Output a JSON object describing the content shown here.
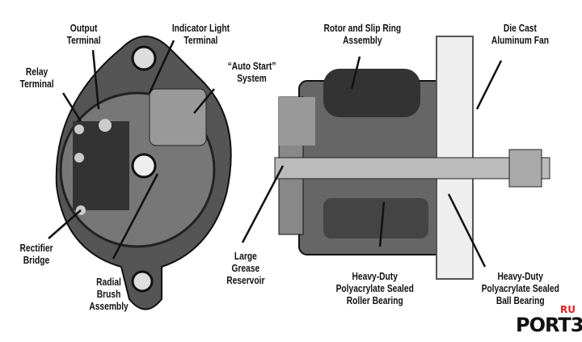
{
  "labels": {
    "output_terminal": [
      "Output",
      "Terminal"
    ],
    "indicator_light": [
      "Indicator Light",
      "Terminal"
    ],
    "auto_start": [
      "“Auto Start”",
      "System"
    ],
    "relay_terminal": [
      "Relay",
      "Terminal"
    ],
    "rotor_slip": [
      "Rotor and Slip Ring",
      "Assembly"
    ],
    "die_cast_fan": [
      "Die Cast",
      "Aluminum Fan"
    ],
    "rectifier_bridge": [
      "Rectifier",
      "Bridge"
    ],
    "radial_brush": [
      "Radial",
      "Brush",
      "Assembly"
    ],
    "grease_reservoir": [
      "Large",
      "Grease",
      "Reservoir"
    ],
    "roller_bearing": [
      "Heavy-Duty",
      "Polyacrylate Sealed",
      "Roller Bearing"
    ],
    "ball_bearing": [
      "Heavy-Duty",
      "Polyacrylate Sealed",
      "Ball Bearing"
    ]
  },
  "logo": {
    "word": "PORT3",
    "suffix": "RU"
  }
}
